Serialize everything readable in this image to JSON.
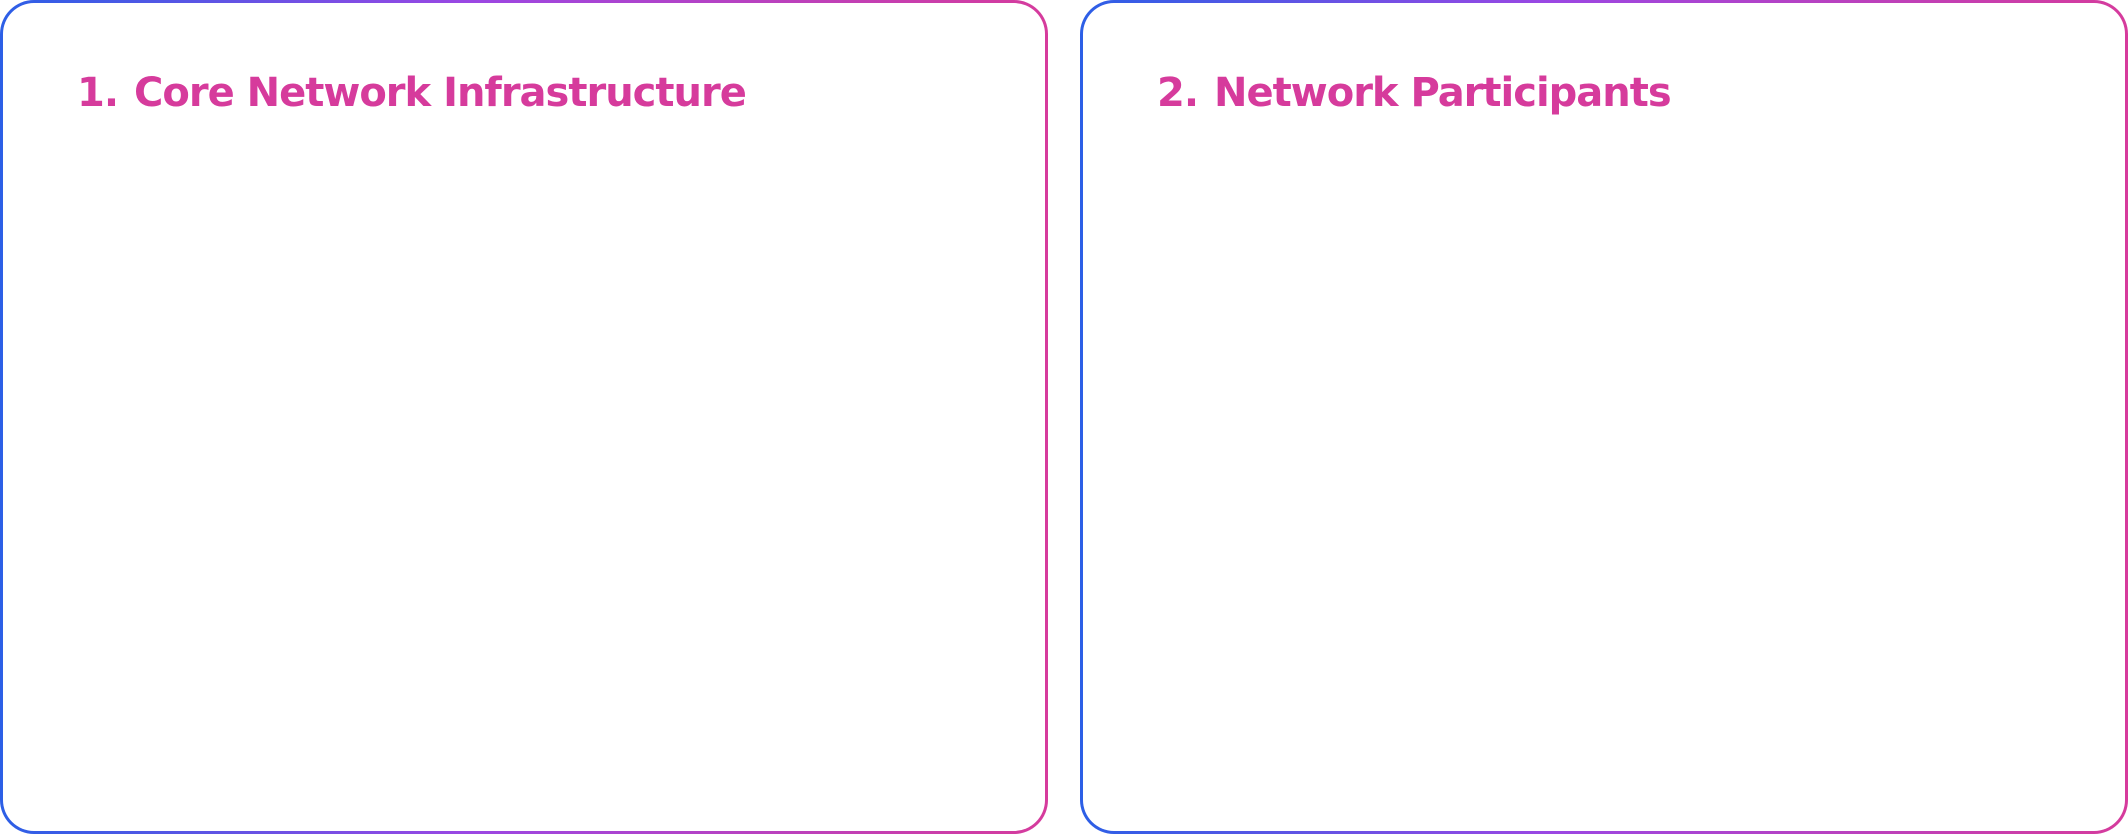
{
  "panels": [
    {
      "number": "1.",
      "title": "Core Network Infrastructure"
    },
    {
      "number": "2.",
      "title": "Network Participants"
    }
  ],
  "colors": {
    "title": "#d63b9c",
    "border_start": "#2c5fe6",
    "border_mid": "#9b47e3",
    "border_end": "#d63b9c",
    "background": "#ffffff"
  }
}
